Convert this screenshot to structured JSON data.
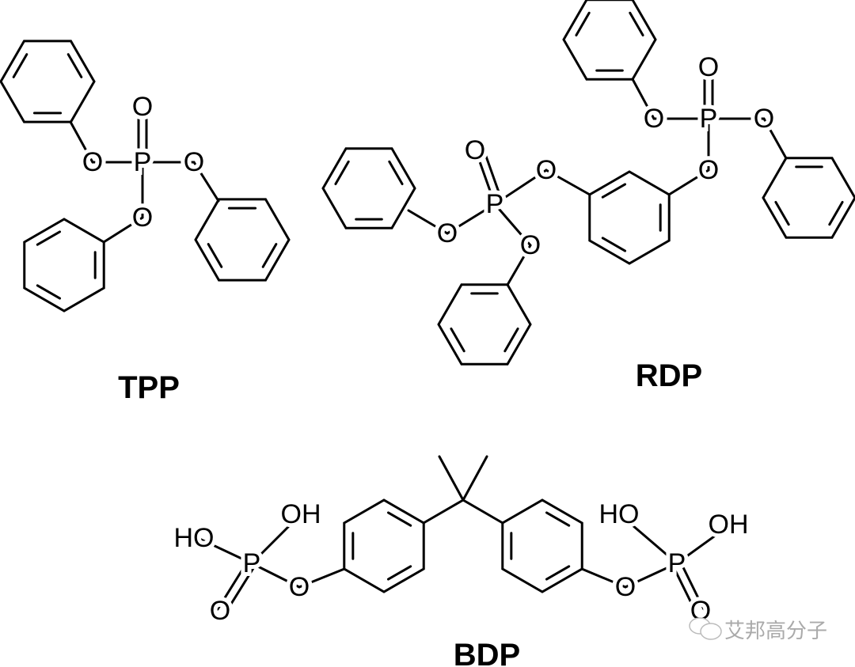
{
  "molecules": [
    {
      "name": "TPP",
      "atoms": [
        "O",
        "O",
        "P",
        "O",
        "O"
      ]
    },
    {
      "name": "RDP",
      "atoms": [
        "O",
        "O",
        "P",
        "O",
        "O",
        "O",
        "P",
        "O",
        "O",
        "O"
      ]
    },
    {
      "name": "BDP",
      "atoms": [
        "HO",
        "OH",
        "P",
        "O",
        "O",
        "O",
        "HO",
        "P",
        "OH",
        "O"
      ]
    }
  ],
  "watermark": {
    "text": "艾邦高分子",
    "icon": "wechat-icon"
  },
  "colors": {
    "ink": "#000000",
    "watermark": "#aaaaaa"
  }
}
